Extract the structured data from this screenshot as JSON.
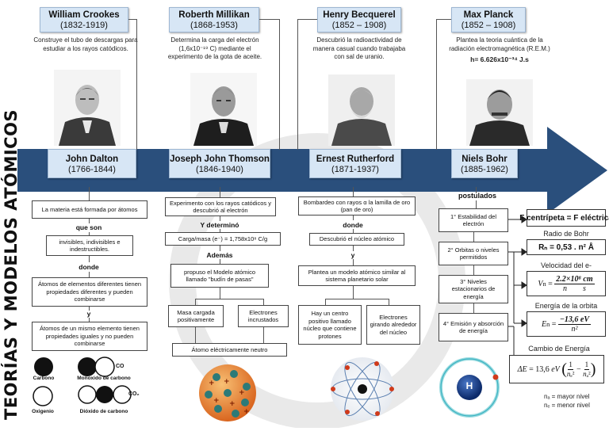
{
  "title": "TEORÍAS Y MODELOS ATÓMICOS",
  "top_scientists": [
    {
      "name": "William Crookes",
      "years": "(1832-1919)",
      "caption": "Construye el tubo de descargas para estudiar a los rayos catódicos."
    },
    {
      "name": "Roberth Millikan",
      "years": "(1868-1953)",
      "caption": "Determina la carga del electrón (1,6x10⁻¹⁹ C) mediante el experimento de la gota de aceite."
    },
    {
      "name": "Henry Becquerel",
      "years": "(1852 – 1908)",
      "caption": "Descubrió la radioactividad de manera casual cuando trabajaba con sal de uranio."
    },
    {
      "name": "Max Planck",
      "years": "(1852 – 1908)",
      "caption": "Plantea la teoria cuántica de la radiación electromagnética (R.E.M.)",
      "formula": "h= 6.626x10⁻³⁴ J.s"
    }
  ],
  "arrow_scientists": [
    {
      "name": "John Dalton",
      "years": "(1766-1844)"
    },
    {
      "name": "Joseph John Thomson",
      "years": "(1846-1940)"
    },
    {
      "name": "Ernest Rutherford",
      "years": "(1871-1937)"
    },
    {
      "name": "Niels Bohr",
      "years": "(1885-1962)"
    }
  ],
  "dalton": {
    "b1": "La materia está formada por átomos",
    "c1": "que son",
    "b2": "invisibles, indivisibles e indestructibles.",
    "c2": "donde",
    "b3": "Átomos de elementos diferentes tienen propiedades diferentes y pueden combinarse",
    "c3": "y",
    "b4": "Átomos de un mismo elemento tienen propiedades iguales y no pueden combinarse",
    "molecules": {
      "carbono": "Carbono",
      "co": "CO",
      "monoxido": "Monoxido de carbono",
      "o2": "Oxigenio",
      "co2": "CO₂",
      "dioxido": "Dióxido de carbono"
    }
  },
  "thomson": {
    "b1": "Experimento con los rayos catódicos y descubrió al electrón",
    "c1": "Y determinó",
    "b2": "Carga/masa (e⁻) = 1,758x10⁸ C/g",
    "c2": "Además",
    "b3": "propuso el Modelo atómico llamado \"budín de pasas\"",
    "b4a": "Masa cargada positivamente",
    "b4b": "Electrones incrustados",
    "b5": "Átomo eléctricamente neutro"
  },
  "rutherford": {
    "b1": "Bombardeo con rayos α la lamilla de oro (pan de oro)",
    "c1": "donde",
    "b2": "Descubrió el núcleo atómico",
    "c2": "y",
    "b3": "Plantea un modelo atómico similar al sistema planetario solar",
    "b4a": "Hay un centro positivo llamado núcleo que contiene protones",
    "b4b": "Electrones girando alrededor del núcleo"
  },
  "bohr": {
    "c0": "postulados",
    "postulates": [
      "1° Estabilidad del electrón",
      "2° Orbitas o niveles permitidos",
      "3° Niveles estacionarios de energía",
      "4° Emisión y absorción de energía"
    ],
    "f1": "F centrípeta = F eléctrica",
    "f2_title": "Radio de Bohr",
    "f2": "Rₙ = 0,53 . n² Å",
    "f3_title": "Velocidad del e-",
    "f4_title": "Energía de la orbita",
    "f5_title": "Cambio de Energía",
    "nucleus": "H",
    "note1": "nₐ = mayor nivel",
    "note2": "nₑ = menor nivel"
  },
  "colors": {
    "arrow": "#2a4f7c",
    "label_bg": "#d7e6f5",
    "proton": "#d94a1e",
    "electron": "#2c7a78"
  }
}
